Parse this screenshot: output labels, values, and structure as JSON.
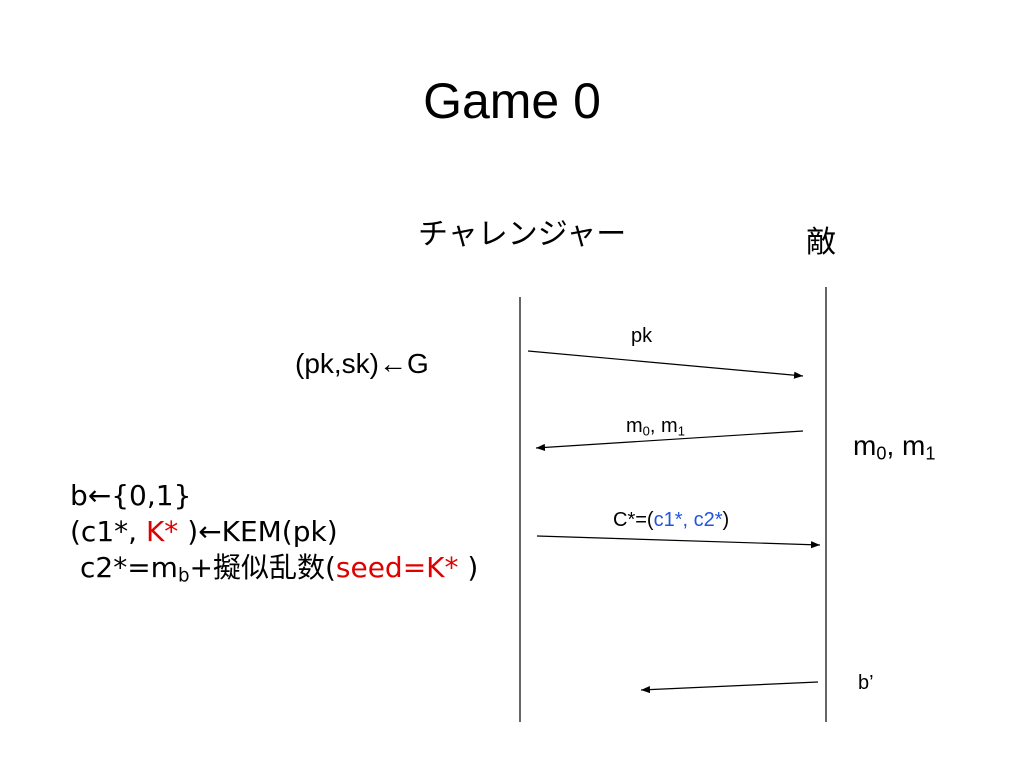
{
  "title": "Game 0",
  "parties": {
    "challenger": "チャレンジャー",
    "adversary": "敵"
  },
  "challenger_side": {
    "keygen": "(pk,sk)←G",
    "line1": "b←{0,1}",
    "line2_pre": "(c1*, ",
    "line2_red": "K*",
    "line2_post": " )←KEM(pk)",
    "line3_pre": "c2*=m",
    "line3_sub": "b",
    "line3_mid": "+擬似乱数(",
    "line3_red": "seed=K*",
    "line3_post": " )"
  },
  "adversary_side": {
    "m0": "m",
    "m0_sub": "0",
    "sep": ", m",
    "m1_sub": "1"
  },
  "messages": {
    "pk": "pk",
    "m_m": "m",
    "m_sub0": "0",
    "m_sep": ", m",
    "m_sub1": "1",
    "c_pre": "C*=(",
    "c_blue": "c1*, c2*",
    "c_post": ")",
    "b": "b’"
  },
  "colors": {
    "highlight_red": "#e00000",
    "highlight_blue": "#2255dd"
  }
}
